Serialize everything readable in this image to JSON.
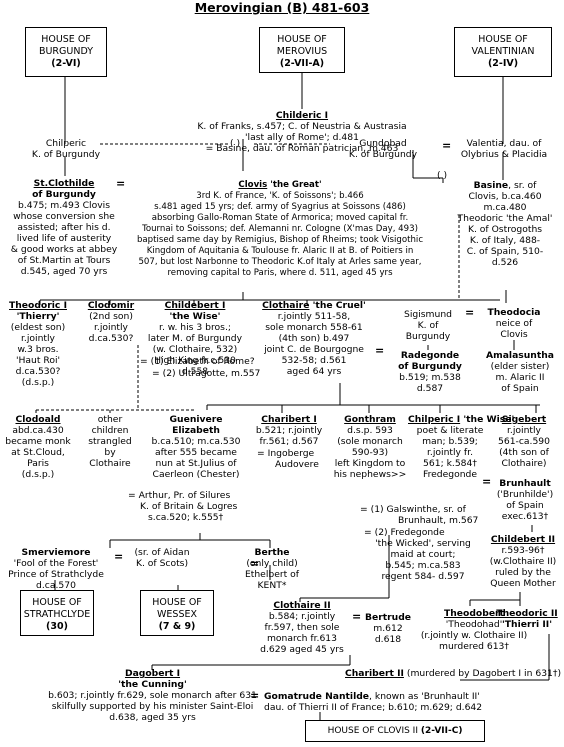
{
  "title": "Merovingian (B) 481-603",
  "houses": {
    "burgundy": {
      "l1": "HOUSE OF",
      "l2": "BURGUNDY",
      "code": "(2-VI)"
    },
    "merovius": {
      "l1": "HOUSE OF",
      "l2": "MEROVIUS",
      "code": "(2-VII-A)"
    },
    "valentinian": {
      "l1": "HOUSE OF",
      "l2": "VALENTINIAN",
      "code": "(2-IV)"
    },
    "strathclyde": {
      "l1": "HOUSE OF",
      "l2": "STRATHCLYDE",
      "code": "(30)"
    },
    "wessex": {
      "l1": "HOUSE OF",
      "l2": "WESSEX",
      "code": "(7 & 9)"
    },
    "clovis2": {
      "l1": "HOUSE OF CLOVIS II",
      "code": "(2-VII-C)"
    }
  },
  "childeric": {
    "name": "Childeric I",
    "l1": "K. of Franks, s.457; C. of Neustria & Austrasia",
    "l2": "'last ally of Rome'; d.481",
    "l3": "= Basine, dau. of Roman patrician, m.463"
  },
  "chilperic": {
    "l1": "Chilperic",
    "l2": "K. of Burgundy"
  },
  "gundobad": {
    "l1": "Gundobad",
    "l2": "K. of Burgundy"
  },
  "valentia": {
    "l1": "Valentia, dau. of",
    "l2": "Olybrius & Placidia"
  },
  "paren": "(   )",
  "eq": "=",
  "clothilde": {
    "name1": "St.Clothilde",
    "name2": "of Burgundy",
    "lines": [
      "b.475; m.493 Clovis",
      "whose conversion she",
      "assisted;  after his d.",
      "lived life of austerity",
      "& good works at abbey",
      "of St.Martin at Tours",
      "d.545, aged 70 yrs"
    ]
  },
  "clovis": {
    "name": "Clovis",
    "epithet": " 'the Great'",
    "lines": [
      "3rd K. of France, 'K. of Soissons'; b.466",
      "s.481 aged 15 yrs;  def. army of Syagrius at Soissons (486)",
      "absorbing Gallo-Roman State of Armorica;  moved capital  fr.",
      "Tournai to Soissons;  def. Alemanni nr. Cologne (X'mas Day, 493)",
      "baptised same day by  Remigius, Bishop of Rheims;  took Visigothic",
      "Kingdom of Aquitania & Toulouse  fr. Alaric II at B. of Poitiers in",
      "507, but lost Narbonne to Theodoric K.of Italy at Arles same year,",
      "removing capital to Paris, where d. 511, aged 45 yrs"
    ]
  },
  "basine": {
    "name": "Basine",
    "lines": [
      ", sr. of",
      "Clovis, b.ca.460",
      "m.ca.480",
      "Theodoric 'the Amal'",
      "K. of Ostrogoths",
      "K. of Italy, 488-",
      "C. of Spain, 510-",
      "d.526"
    ]
  },
  "theodoric1": {
    "name": "Theodoric I",
    "lines": [
      "'Thierry'",
      "(eldest son)",
      "r.jointly",
      "w.3 bros.",
      "'Haut Roi'",
      "d.ca.530?",
      "(d.s.p.)"
    ]
  },
  "clodomir": {
    "name": "Clodomir",
    "lines": [
      "(2nd son)",
      "r.jointly",
      "d.ca.530?"
    ]
  },
  "childebert": {
    "name": "Childebert I",
    "epithet": "'the Wise'",
    "lines": [
      "r. w. his 3 bros.;",
      "later M. of Burgundy",
      "(w. Clothaire, 532)",
      "High King fr.c.530",
      "d.558"
    ],
    "m1": "= (1) Elizabeth of Rome?",
    "m2": "= (2) Ultragotte, m.557"
  },
  "clothaire": {
    "name": "Clothaire",
    "epithet": " 'the Cruel'",
    "lines": [
      "r.jointly 511-58,",
      "sole monarch 558-61",
      "(4th son) b.497",
      "joint C. de Bourgogne",
      "532-58; d.561",
      "aged 64 yrs"
    ]
  },
  "sigismund": {
    "lines": [
      "Sigismund",
      "K. of",
      "Burgundy"
    ]
  },
  "theodocia": {
    "name": "Theodocia",
    "lines": [
      "neice of",
      "Clovis"
    ]
  },
  "radegonde": {
    "name1": "Radegonde",
    "name2": "of Burgundy",
    "lines": [
      "b.519; m.538",
      "d.587"
    ]
  },
  "amalasuntha": {
    "name": "Amalasuntha",
    "lines": [
      "(elder sister)",
      "m. Alaric II",
      "of Spain"
    ]
  },
  "clodoald": {
    "name": "Clodoald",
    "lines": [
      "abd.ca.430",
      "became monk",
      "at St.Cloud,",
      "Paris",
      "(d.s.p.)"
    ]
  },
  "otherchildren": {
    "lines": [
      "other",
      "children",
      "strangled",
      "by",
      "Clothaire"
    ]
  },
  "guenivere": {
    "name1": "Guenivere",
    "name2": "Elizabeth",
    "lines": [
      "b.ca.510; m.ca.530",
      "after 555 became",
      "nun at St.Julius of",
      "Caerleon (Chester)"
    ],
    "m1": "= Arthur, Pr. of Silures",
    "m2": "K. of Britain & Logres",
    "m3": "s.ca.520; k.555†"
  },
  "charibert": {
    "name": "Charibert I",
    "lines": [
      "b.521; r.jointly",
      "fr.561; d.567"
    ],
    "m1": "= Ingoberge",
    "m2": "Audovere"
  },
  "gonthram": {
    "name": "Gonthram",
    "lines": [
      "d.s.p. 593",
      "(sole monarch",
      "590-93)",
      "left Kingdom to",
      "his nephews>>"
    ]
  },
  "chilperic1": {
    "name": "Chilperic I",
    "epithet": " 'the Wise'",
    "lines": [
      "poet & literate",
      "man; b.539;",
      "r.jointly fr.",
      "561; k.584†",
      "Fredegonde"
    ],
    "m1": "= (1) Galswinthe, sr. of",
    "m1b": "Brunhault, m.567",
    "m2": "= (2) Fredegonde",
    "m2lines": [
      "'the Wicked', serving",
      "maid at court;",
      "b.545; m.ca.583",
      "regent 584- d.597"
    ]
  },
  "sigebert": {
    "name": "Sigebert",
    "lines": [
      "r.jointly",
      "561-ca.590",
      "(4th son of",
      "Clothaire)"
    ],
    "brunhault": "Brunhault",
    "blines": [
      "('Brunhilde')",
      "of Spain",
      "exec.613†"
    ]
  },
  "childebert2": {
    "name": "Childebert II",
    "lines": [
      "r.593-96†",
      "(w.Clothaire II)",
      "ruled by the",
      "Queen Mother"
    ]
  },
  "smerviemore": {
    "name": "Smerviemore",
    "lines": [
      "'Fool of the Forest'",
      "Prince of Strathclyde",
      "d.ca.570"
    ]
  },
  "aidan": {
    "lines": [
      "(sr. of Aidan",
      "K. of Scots)"
    ]
  },
  "berthe": {
    "name": "Berthe",
    "lines": [
      "(only child)",
      "Ethelbert of",
      "KENT*"
    ]
  },
  "clothaire2": {
    "name": "Clothaire II",
    "lines": [
      "b.584; r.jointly",
      "fr.597, then sole",
      "monarch fr.613",
      "d.629 aged 45 yrs"
    ]
  },
  "bertrude": {
    "name": "Bertrude",
    "lines": [
      "m.612",
      "d.618"
    ]
  },
  "theodobert": {
    "name": "Theodobert",
    "lines": [
      "'Theodohad'",
      "(r.jointly w. Clothaire II)",
      "murdered 613†"
    ]
  },
  "theodoric2": {
    "name": "Theodoric II",
    "lines": [
      "'Thierri II'"
    ]
  },
  "charibert2": {
    "name": "Charibert II",
    "note": " (murdered by Dagobert I in 631†)"
  },
  "dagobert": {
    "name": "Dagobert I",
    "epithet": "'the Cunning'",
    "lines": [
      "b.603; r.jointly fr.629, sole monarch after 631",
      "skilfully supported by his minister Saint-Eloi",
      "d.638, aged 35 yrs"
    ]
  },
  "gomatrude": {
    "name": "Gomatrude Nantilde",
    "note": ", known as 'Brunhault II'",
    "l2": "dau. of Thierri II of France; b.610; m.629; d.642"
  }
}
